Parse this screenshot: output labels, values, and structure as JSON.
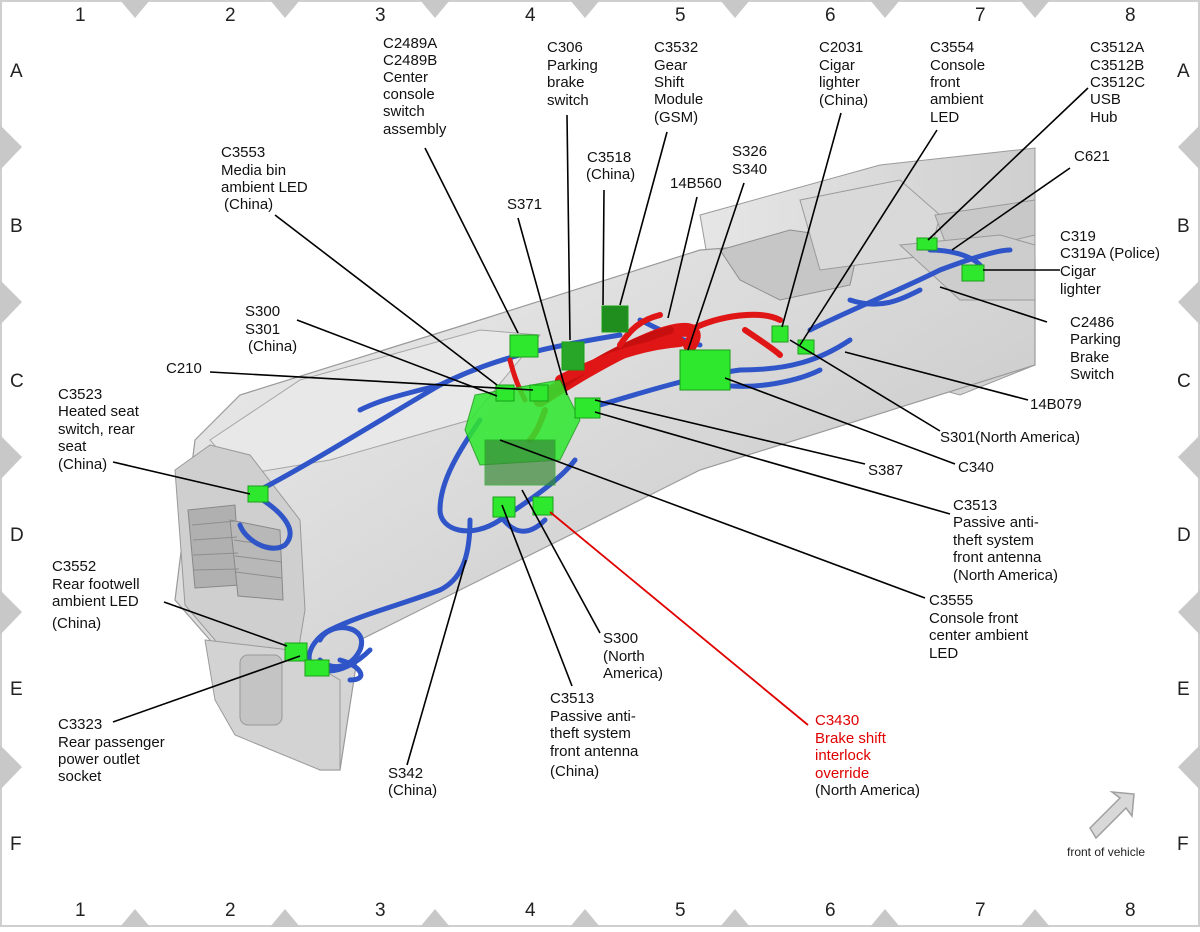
{
  "grid": {
    "columns": [
      "1",
      "2",
      "3",
      "4",
      "5",
      "6",
      "7",
      "8"
    ],
    "rows": [
      "A",
      "B",
      "C",
      "D",
      "E",
      "F"
    ]
  },
  "labels": {
    "c2489": [
      "C2489A",
      "C2489B",
      "Center",
      "console",
      "switch",
      "assembly"
    ],
    "c306": [
      "C306",
      "Parking",
      "brake",
      "switch"
    ],
    "c3532": [
      "C3532",
      "Gear",
      "Shift",
      "Module",
      "(GSM)"
    ],
    "c2031": [
      "C2031",
      "Cigar",
      "lighter",
      "(China)"
    ],
    "c3554": [
      "C3554",
      "Console",
      "front",
      "ambient",
      "LED"
    ],
    "c3512": [
      "C3512A",
      "C3512B",
      "C3512C",
      "USB",
      "Hub"
    ],
    "c3553": [
      "C3553",
      "Media bin",
      "ambient LED",
      "(China)"
    ],
    "c3518": [
      "C3518",
      "(China)"
    ],
    "s326": [
      "S326",
      "S340"
    ],
    "l14b560": "14B560",
    "s371": "S371",
    "c621": "C621",
    "c319": [
      "C319",
      "C319A  (Police)",
      "Cigar",
      "lighter"
    ],
    "s300china": [
      "S300",
      "S301",
      "(China)"
    ],
    "c2486": [
      "C2486",
      "Parking",
      "Brake",
      "Switch"
    ],
    "c210": "C210",
    "l14b079": "14B079",
    "c3523": [
      "C3523",
      "Heated seat",
      "switch, rear",
      "seat",
      "(China)"
    ],
    "s301na": "S301(North America)",
    "s387": "S387",
    "c340": "C340",
    "c3513na": [
      "C3513",
      "Passive anti-",
      "theft system",
      "front antenna",
      "(North America)"
    ],
    "c3552": [
      "C3552",
      "Rear footwell",
      "ambient LED",
      "(China)"
    ],
    "c3555": [
      "C3555",
      "Console front",
      "center ambient",
      "LED"
    ],
    "s300na": [
      "S300",
      "(North",
      "America)"
    ],
    "c3323": [
      "C3323",
      "Rear passenger",
      "power outlet",
      "socket"
    ],
    "c3513china": [
      "C3513",
      "Passive anti-",
      "theft system",
      "front antenna",
      "(China)"
    ],
    "c3430": [
      "C3430",
      "Brake shift",
      "interlock",
      "override"
    ],
    "c3430_region": "(North America)",
    "s342": [
      "S342",
      "(China)"
    ],
    "front_of_vehicle": "front of vehicle"
  },
  "colors": {
    "harness_blue": "#2f55c8",
    "harness_red": "#e01515",
    "connector_green": "#2ee82e",
    "highlight_red": "#e00000",
    "console_grey": "#d4d4d4",
    "border_grey": "#b5b5b5"
  },
  "icons": {
    "direction_arrow": "arrow-up-right-icon"
  }
}
